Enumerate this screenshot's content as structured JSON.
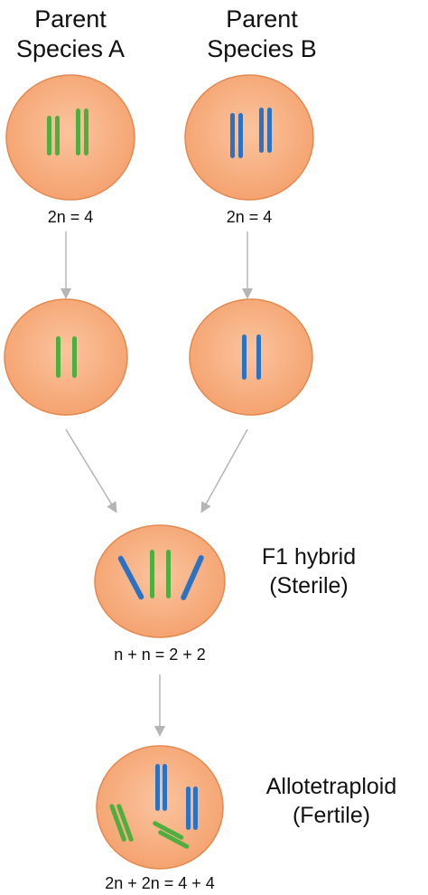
{
  "parents": [
    {
      "title_line1": "Parent",
      "title_line2": "Species A",
      "ploidy": "2n = 4"
    },
    {
      "title_line1": "Parent",
      "title_line2": "Species B",
      "ploidy": "2n = 4"
    }
  ],
  "hybrid": {
    "label_line1": "F1 hybrid",
    "label_line2": "(Sterile)",
    "ploidy": "n + n = 2 + 2"
  },
  "polyploid": {
    "label_line1": "Allotetraploid",
    "label_line2": "(Fertile)",
    "ploidy": "2n + 2n = 4 + 4"
  },
  "colors": {
    "cell_fill": "#f7ae7d",
    "cell_stroke": "#e4894f",
    "species_a": "#4caf3f",
    "species_b": "#2a73c4",
    "arrow": "#b5b5b5"
  }
}
